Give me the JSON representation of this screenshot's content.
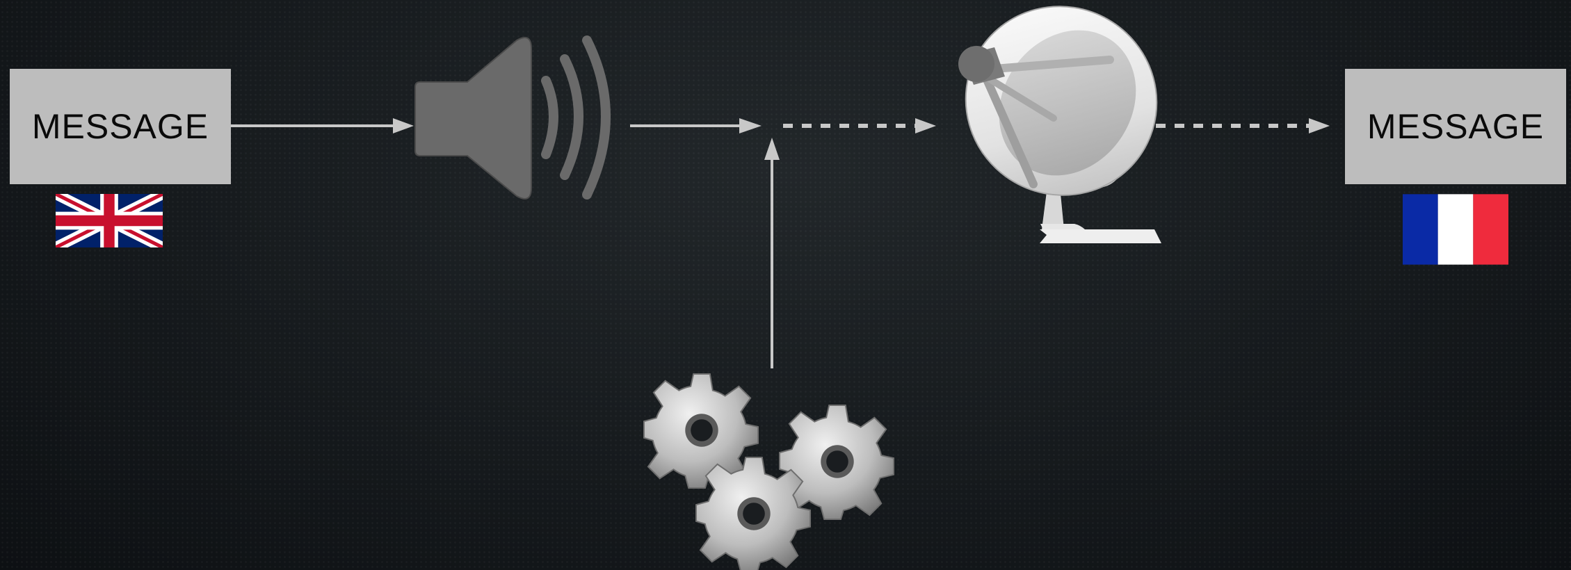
{
  "diagram": {
    "source_message": {
      "label": "MESSAGE",
      "language_flag": "uk-flag-icon"
    },
    "target_message": {
      "label": "MESSAGE",
      "language_flag": "france-flag-icon"
    },
    "nodes": [
      "speaker-icon",
      "processing-gears-icon",
      "satellite-dish-icon"
    ],
    "edges": [
      {
        "from": "source-message",
        "to": "speaker",
        "style": "solid"
      },
      {
        "from": "speaker",
        "to": "junction",
        "style": "solid"
      },
      {
        "from": "gears",
        "to": "junction",
        "style": "solid"
      },
      {
        "from": "junction",
        "to": "satellite-dish",
        "style": "dashed"
      },
      {
        "from": "satellite-dish",
        "to": "target-message",
        "style": "dashed"
      }
    ]
  },
  "colors": {
    "box_fill": "#bdbdbd",
    "arrow": "#c8c8c8",
    "speaker": "#6a6a6a",
    "uk_blue": "#012169",
    "uk_red": "#c8102e",
    "fr_blue": "#0a2aa6",
    "fr_red": "#ef2b3d"
  }
}
